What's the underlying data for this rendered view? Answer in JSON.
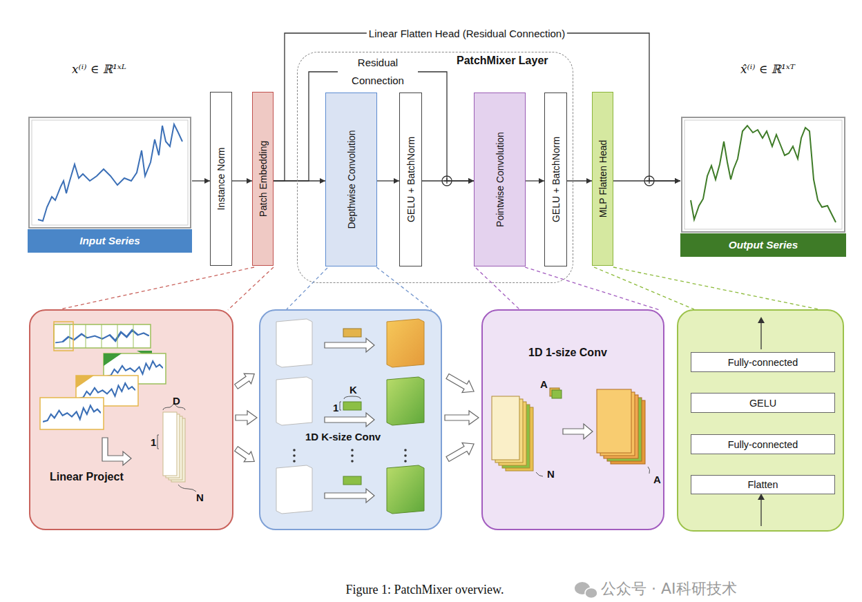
{
  "diagram": {
    "caption": "Figure 1: PatchMixer overview.",
    "nodes": [
      {
        "text": [
          "Input Series"
        ]
      },
      {
        "text": [
          "Instance Norm"
        ]
      },
      {
        "text": [
          "Patch Embedding"
        ]
      },
      {
        "text": [
          "PatchMixer Layer"
        ]
      },
      {
        "text": [
          "Depthwise Convolution"
        ],
        "in": 3
      },
      {
        "text": [
          "GELU + BatchNorm"
        ],
        "in": 3
      },
      {
        "text": [
          "Pointwise Convolution"
        ],
        "in": 3
      },
      {
        "text": [
          "GELU + BatchNorm"
        ],
        "in": 3
      },
      {
        "text": [
          "MLP Flatten Head"
        ]
      },
      {
        "text": [
          "Output Series"
        ]
      },
      {
        "text": [
          "D",
          "1",
          "Linear Project",
          "N"
        ]
      },
      {
        "text": [
          "K",
          "1",
          "1D K-size Conv"
        ]
      },
      {
        "text": [
          "1D 1-size Conv",
          "A",
          "N",
          "A"
        ]
      },
      {
        "text": []
      },
      {
        "text": [
          "Fully-connected"
        ],
        "in": 13
      },
      {
        "text": [
          "GELU"
        ],
        "in": 13
      },
      {
        "text": [
          "Fully-connected"
        ],
        "in": 13
      },
      {
        "text": [
          "Flatten"
        ],
        "in": 13
      }
    ],
    "edges": [
      {
        "from": 0,
        "to": 1,
        "arrow": "to"
      },
      {
        "from": 1,
        "to": 2,
        "arrow": "to"
      },
      {
        "from": 2,
        "to": 4,
        "arrow": "to"
      },
      {
        "from": 4,
        "to": 5,
        "arrow": "to"
      },
      {
        "from": 5,
        "to": 6,
        "arrow": "to"
      },
      {
        "from": 6,
        "to": 7,
        "arrow": "to"
      },
      {
        "from": 7,
        "to": 8,
        "arrow": "to"
      },
      {
        "from": 8,
        "to": 9,
        "arrow": "to"
      },
      {
        "from": 2,
        "to": 6,
        "label": "Residual Connection",
        "arrow": "to"
      },
      {
        "from": 2,
        "to": 9,
        "label": "Linear Flatten Head (Residual Connection)",
        "arrow": "to"
      },
      {
        "from": 2,
        "to": 10,
        "arrow": "none"
      },
      {
        "from": 4,
        "to": 11,
        "arrow": "none"
      },
      {
        "from": 6,
        "to": 12,
        "arrow": "none"
      },
      {
        "from": 8,
        "to": 13,
        "arrow": "none"
      },
      {
        "from": 10,
        "to": 11,
        "arrow": "to"
      },
      {
        "from": 11,
        "to": 12,
        "arrow": "to"
      },
      {
        "from": 17,
        "to": 16,
        "arrow": "to"
      },
      {
        "from": 16,
        "to": 15,
        "arrow": "to"
      },
      {
        "from": 15,
        "to": 14,
        "arrow": "to"
      }
    ],
    "labels": [
      "x⁽ⁱ⁾ ∈ ℝ¹ˣᴸ",
      "x̂⁽ⁱ⁾ ∈ ℝ¹ˣᵀ",
      "公众号 · AI科研技术"
    ]
  }
}
